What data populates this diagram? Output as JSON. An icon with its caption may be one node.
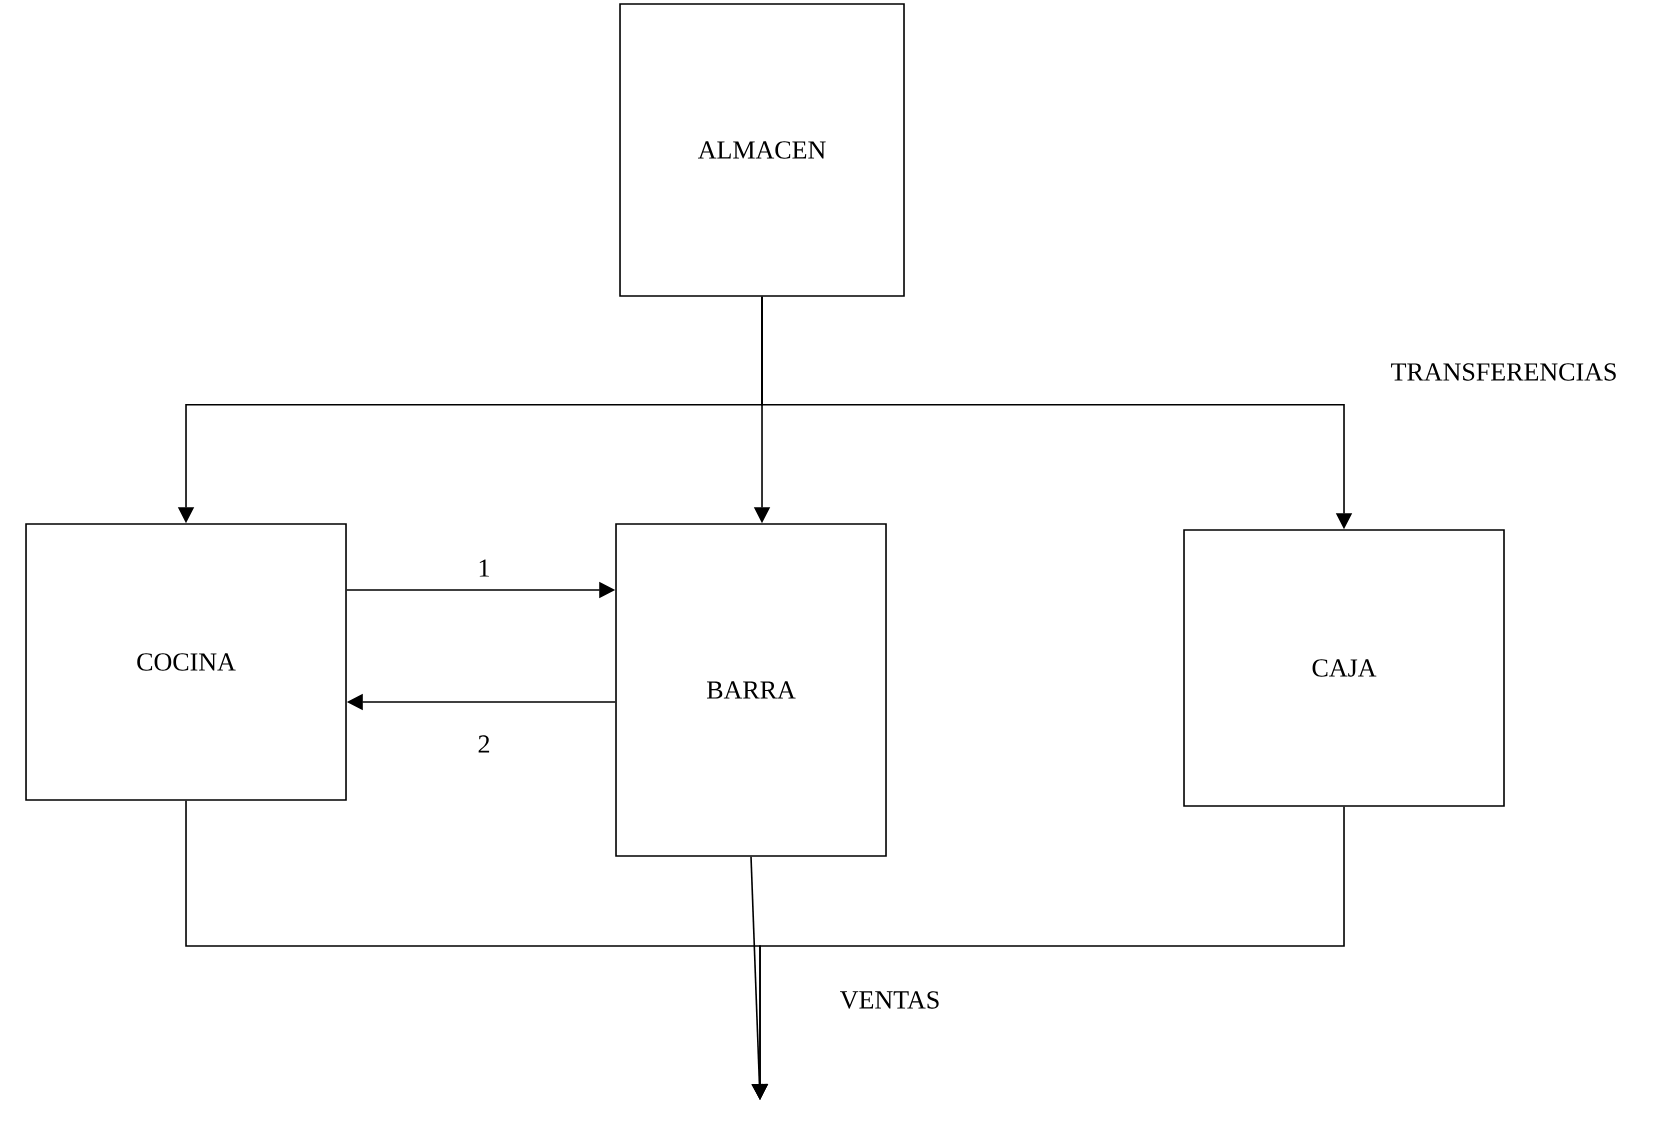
{
  "diagram": {
    "nodes": [
      {
        "text": [
          "ALMACEN"
        ]
      },
      {
        "text": [
          "COCINA"
        ]
      },
      {
        "text": [
          "BARRA"
        ]
      },
      {
        "text": [
          "CAJA"
        ]
      }
    ],
    "edges": [
      {
        "from": 0,
        "to": 1,
        "arrow": "to"
      },
      {
        "from": 0,
        "to": 2,
        "arrow": "to"
      },
      {
        "from": 0,
        "to": 3,
        "arrow": "to",
        "label": "TRANSFERENCIAS"
      },
      {
        "from": 1,
        "to": 2,
        "arrow": "to",
        "label": "1"
      },
      {
        "from": 2,
        "to": 1,
        "arrow": "to",
        "label": "2"
      },
      {
        "from": 1,
        "to": null,
        "arrow": "to"
      },
      {
        "from": 2,
        "to": null,
        "arrow": "to",
        "label": "VENTAS"
      },
      {
        "from": 3,
        "to": null,
        "arrow": "to"
      }
    ]
  }
}
